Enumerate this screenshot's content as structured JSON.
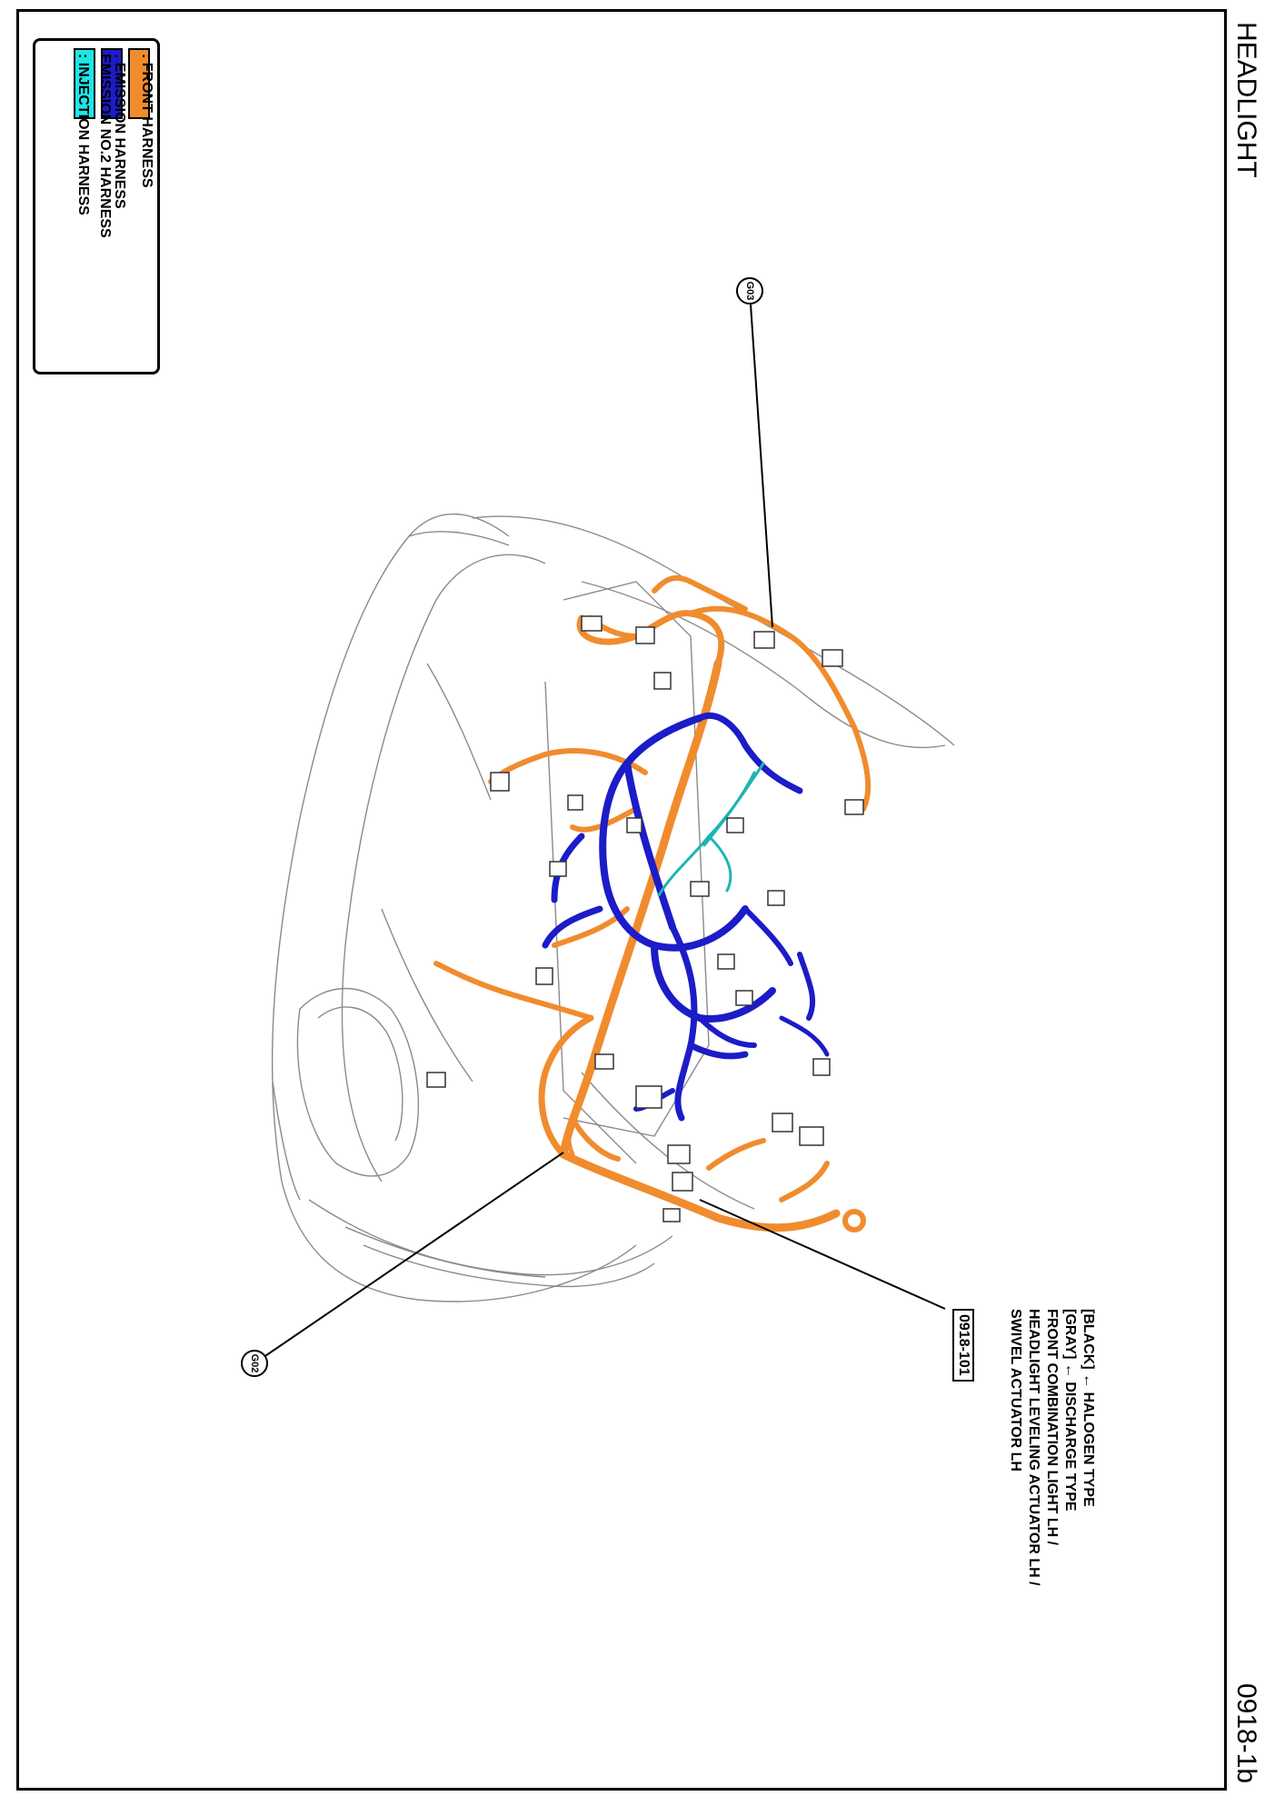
{
  "header": {
    "title": "HEADLIGHT",
    "page_number": "0918-1b"
  },
  "legend": {
    "items": [
      {
        "color": "#F08C2E",
        "label": ": FRONT HARNESS"
      },
      {
        "color": "#1C1CC8",
        "label_lines": [
          ": EMISSION HARNESS",
          "  EMISSION NO.2 HARNESS"
        ]
      },
      {
        "color": "#1EE6E6",
        "label": ": INJECTION HARNESS"
      }
    ]
  },
  "callout": {
    "lines": [
      "[BLACK] ← HALOGEN TYPE",
      "[GRAY] ← DISCHARGE TYPE",
      "FRONT COMBINATION LIGHT LH /",
      "HEADLIGHT LEVELING ACTUATOR LH /",
      "SWIVEL ACTUATOR LH"
    ],
    "connector_id": "0918-101"
  },
  "grounds": {
    "g03": "G03",
    "g02": "G02"
  },
  "colors": {
    "front_harness": "#F08C2E",
    "emission_harness": "#1C1CC8",
    "injection_harness": "#1EE6E6",
    "outline": "#8a8a8a"
  }
}
